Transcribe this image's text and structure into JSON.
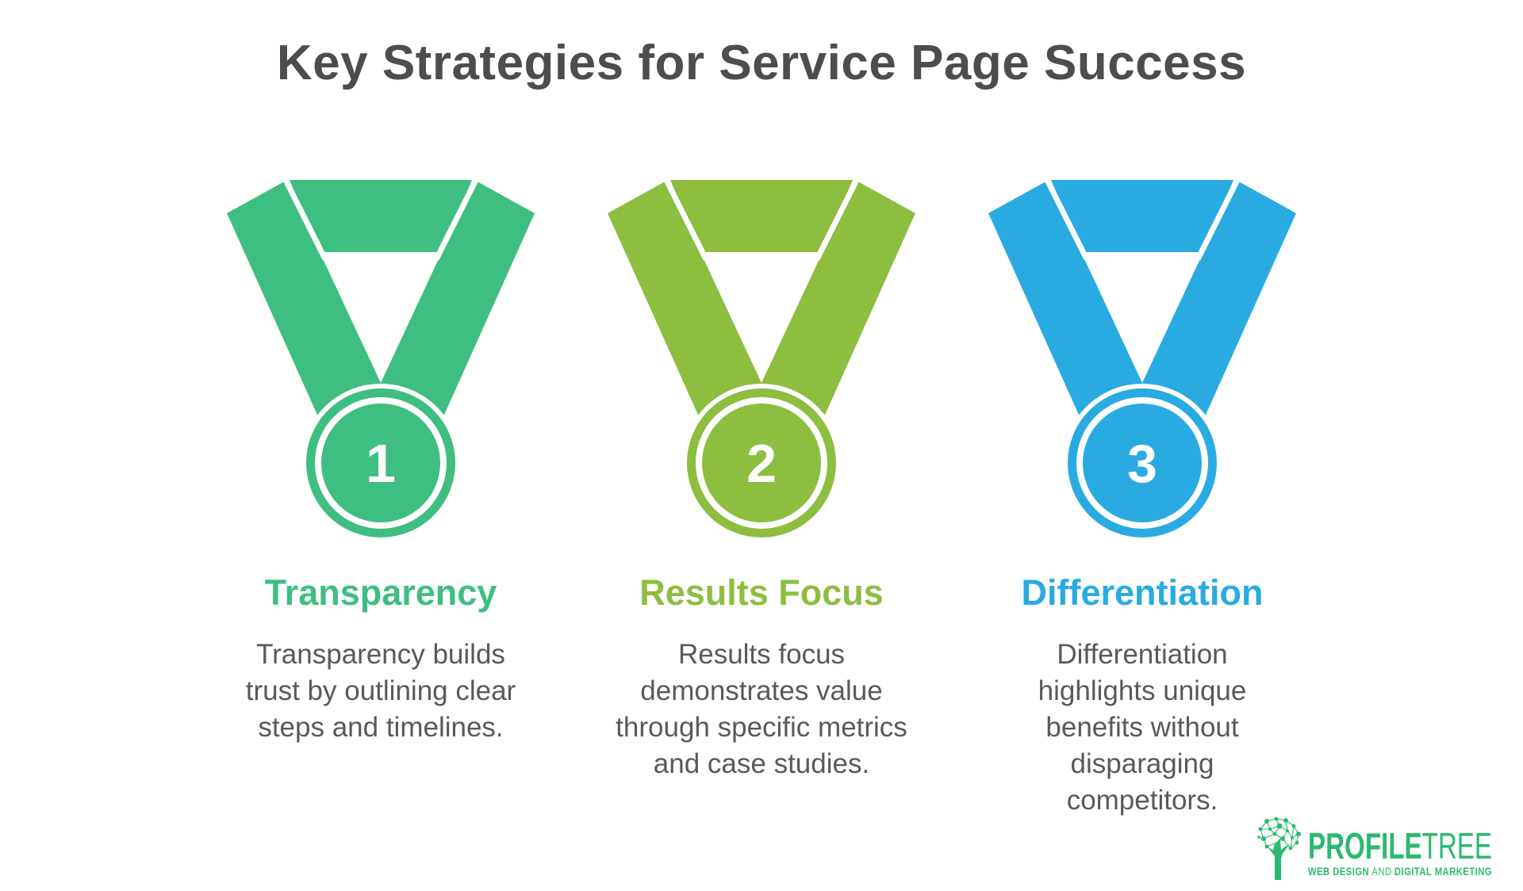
{
  "title": "Key Strategies for Service Page Success",
  "items": [
    {
      "number": "1",
      "label": "Transparency",
      "description": "Transparency builds trust by outlining clear steps and timelines.",
      "color": "#3FBE82"
    },
    {
      "number": "2",
      "label": "Results Focus",
      "description": "Results focus demonstrates value through specific metrics and case studies.",
      "color": "#8DBE3F"
    },
    {
      "number": "3",
      "label": "Differentiation",
      "description": "Differentiation highlights unique benefits without disparaging competitors.",
      "color": "#29ABE2"
    }
  ],
  "logo": {
    "name_bold": "PROFILE",
    "name_light": "TREE",
    "tagline_1": "WEB DESIGN",
    "tagline_and": "AND",
    "tagline_2": "DIGITAL MARKETING",
    "color": "#2BBA6E"
  },
  "colors": {
    "title_text": "#4D4D4D",
    "body_text": "#58595B",
    "background": "#FFFFFF"
  }
}
